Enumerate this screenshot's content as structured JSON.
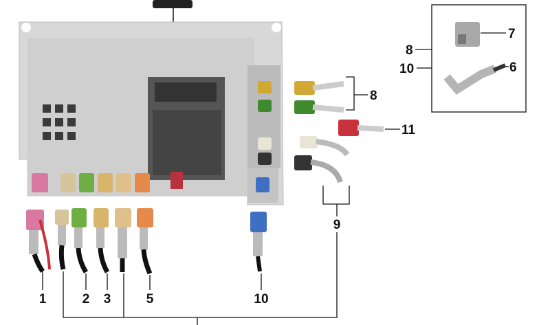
{
  "labels": {
    "part1": "1",
    "part2": "2",
    "part3": "3",
    "part5": "5",
    "part10_bottom": "10",
    "part9": "9",
    "part8_right": "8",
    "part11": "11",
    "part7": "7",
    "part6": "6",
    "part8_box": "8",
    "part10_box": "10"
  },
  "colors": {
    "pink": "#d9799f",
    "beige": "#d8c49a",
    "green": "#6fae45",
    "tan": "#d9b56c",
    "orange": "#e58a4a",
    "red": "#c8323a",
    "blue": "#3f6fc2",
    "yellow": "#d2a834",
    "darkgreen": "#3f8a2e",
    "unit": "#d6d6d6"
  }
}
